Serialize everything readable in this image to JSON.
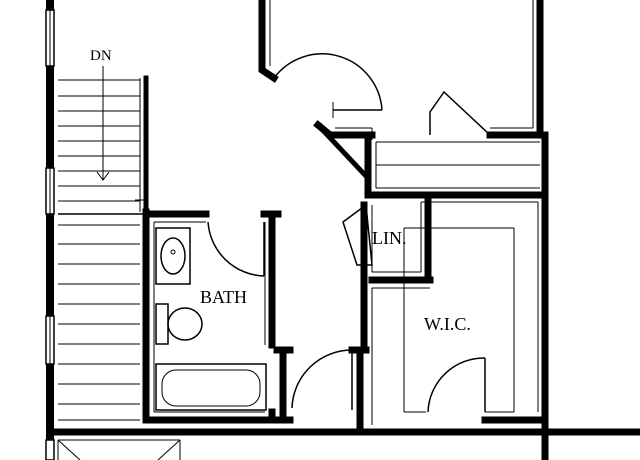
{
  "floor_plan": {
    "labels": {
      "stairs": "DN",
      "bath": "BATH",
      "linen": "LIN.",
      "closet": "W.I.C."
    }
  }
}
